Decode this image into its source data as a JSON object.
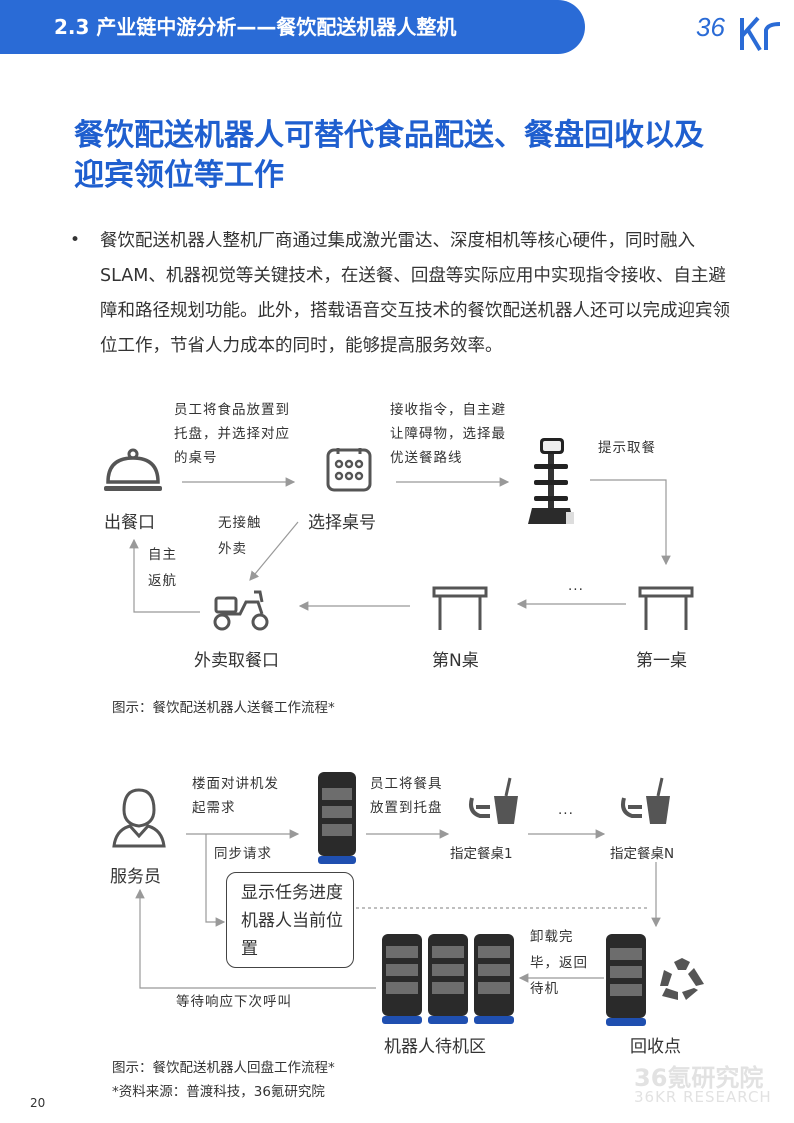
{
  "header": {
    "section_title": "2.3 产业链中游分析——餐饮配送机器人整机",
    "logo_text": "36Kr",
    "bar_color": "#2a6bd6"
  },
  "headline": "餐饮配送机器人可替代食品配送、餐盘回收以及迎宾领位等工作",
  "bullet_symbol": "•",
  "paragraph": "餐饮配送机器人整机厂商通过集成激光雷达、深度相机等核心硬件，同时融入SLAM、机器视觉等关键技术，在送餐、回盘等实际应用中实现指令接收、自主避障和路径规划功能。此外，搭载语音交互技术的餐饮配送机器人还可以完成迎宾领位工作，节省人力成本的同时，能够提高服务效率。",
  "diagram1": {
    "nodes": {
      "pickup": "出餐口",
      "select_table": "选择桌号",
      "takeout": "外卖取餐口",
      "table_n": "第N桌",
      "table_1": "第一桌"
    },
    "labels": {
      "step1": "员工将食品放置到托盘，并选择对应的桌号",
      "step2": "接收指令，自主避让障碍物，选择最优送餐路线",
      "step3": "提示取餐",
      "contactless": "无接触外卖",
      "return": "自主返航",
      "ellipsis": "..."
    },
    "caption": "图示：餐饮配送机器人送餐工作流程*"
  },
  "diagram2": {
    "nodes": {
      "waiter": "服务员",
      "table_1": "指定餐桌1",
      "table_n": "指定餐桌N",
      "standby": "机器人待机区",
      "collection": "回收点"
    },
    "labels": {
      "intercom": "楼面对讲机发起需求",
      "sync": "同步请求",
      "staff_load": "员工将餐具放置到托盘",
      "ellipsis": "...",
      "unload": "卸载完毕，返回待机",
      "wait": "等待响应下次呼叫",
      "display_box": "显示任务进度机器人当前位置"
    },
    "caption": "图示：餐饮配送机器人回盘工作流程*",
    "source": "*资料来源：普渡科技，36氪研究院"
  },
  "page_number": "20",
  "watermark": {
    "line1": "36氪研究院",
    "line2": "36KR RESEARCH"
  }
}
